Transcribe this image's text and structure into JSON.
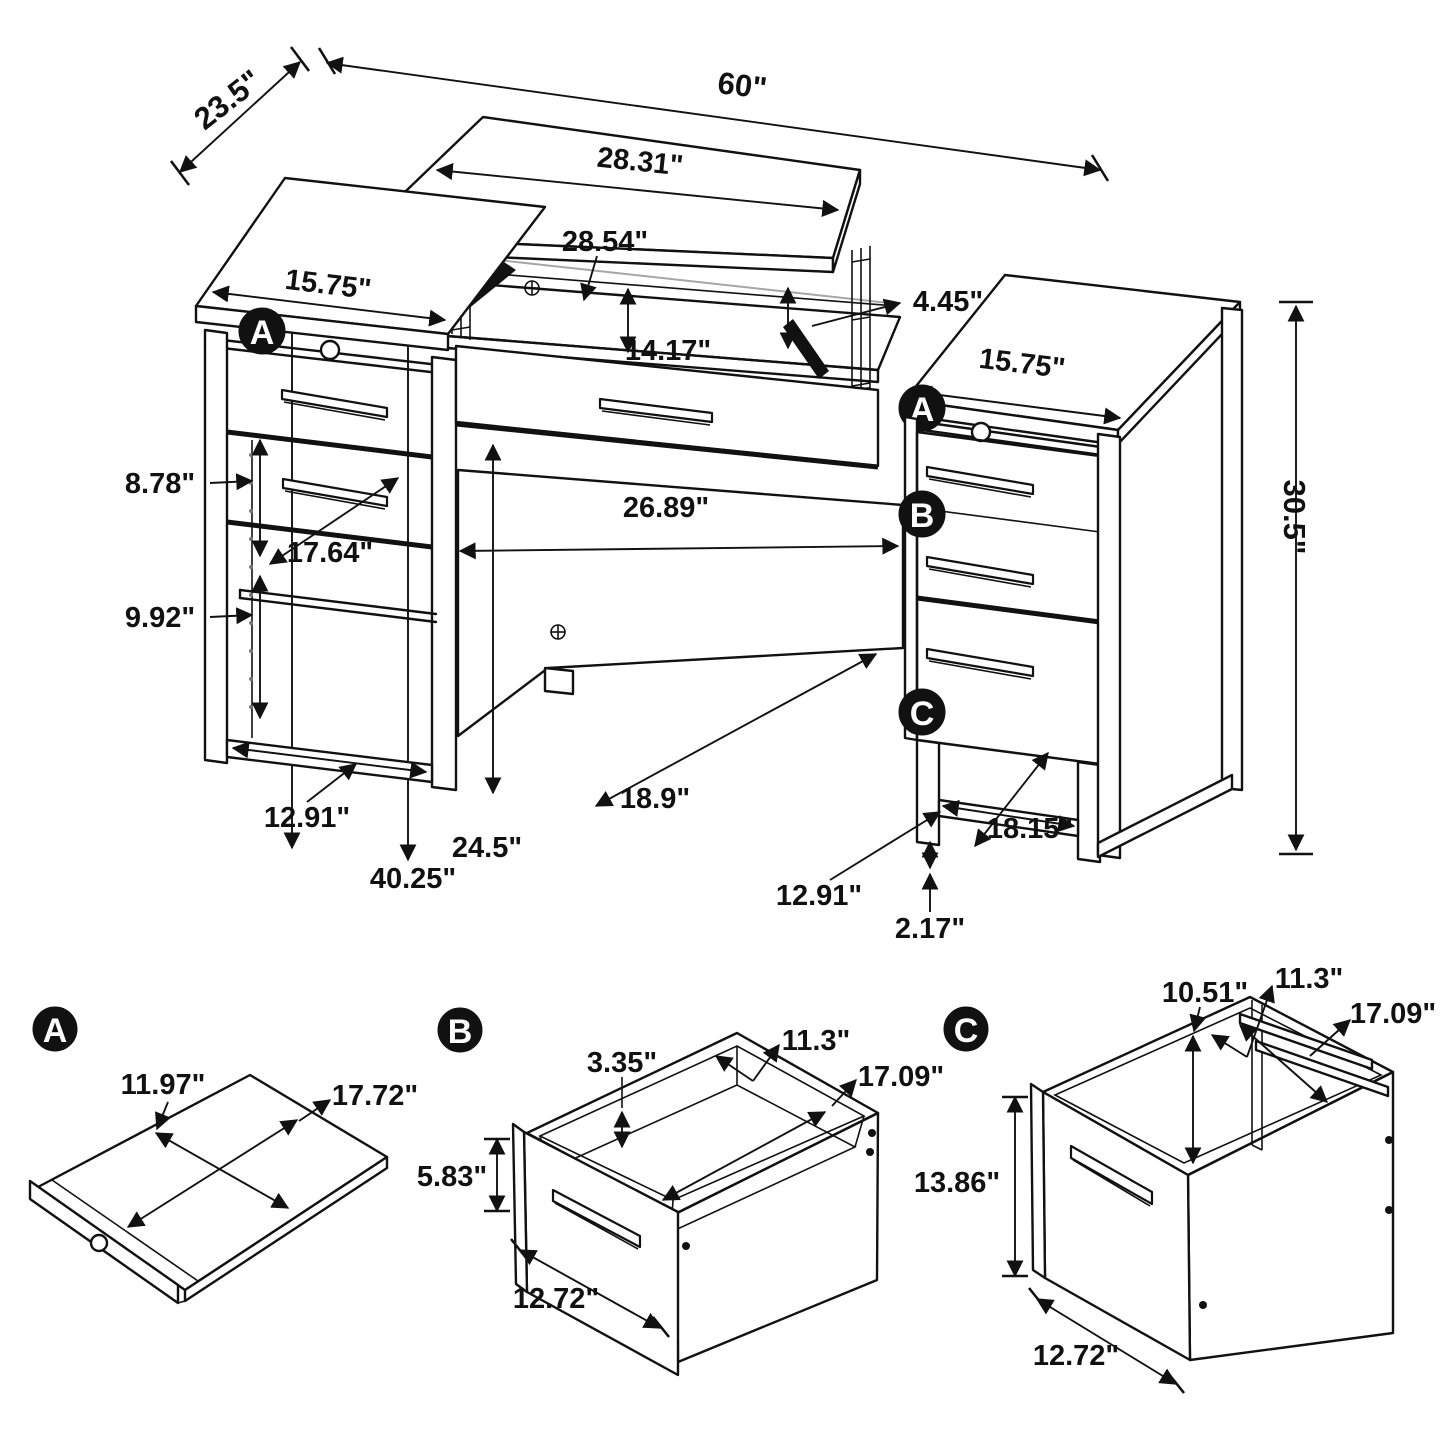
{
  "colors": {
    "line": "#111111",
    "gray": "#a6a6a6",
    "badge_fill": "#111111",
    "badge_text": "#ffffff",
    "background": "#ffffff"
  },
  "main_view": {
    "overall": {
      "depth": "23.5\"",
      "width": "60\"",
      "height": "30.5\""
    },
    "lift_top": {
      "top_width": "28.31\"",
      "opening_width": "28.54\"",
      "opening_height": "14.17\"",
      "rise": "4.45\"",
      "open_total_height": "40.25\""
    },
    "left_section": {
      "badge": "A",
      "top_width": "15.75\"",
      "upper_cubby_height": "8.78\"",
      "shelf_depth": "17.64\"",
      "lower_cubby_height": "9.92\"",
      "base_width": "12.91\""
    },
    "right_section": {
      "badge_tray": "A",
      "badge_drawer": "B",
      "badge_file": "C",
      "top_width": "15.75\"",
      "base_width": "12.91\"",
      "foot_height": "2.17\"",
      "side_depth": "18.15\""
    },
    "knee_space": {
      "width": "26.89\"",
      "height": "24.5\"",
      "depth": "18.9\""
    }
  },
  "detail_views": {
    "tray": {
      "badge": "A",
      "depth": "11.97\"",
      "width": "17.72\""
    },
    "drawer": {
      "badge": "B",
      "inner_height": "3.35\"",
      "inner_width": "11.3\"",
      "inner_depth": "17.09\"",
      "front_height": "5.83\"",
      "width": "12.72\""
    },
    "file_drawer": {
      "badge": "C",
      "inner_height": "10.51\"",
      "inner_width": "11.3\"",
      "inner_depth": "17.09\"",
      "front_height": "13.86\"",
      "width": "12.72\""
    }
  }
}
